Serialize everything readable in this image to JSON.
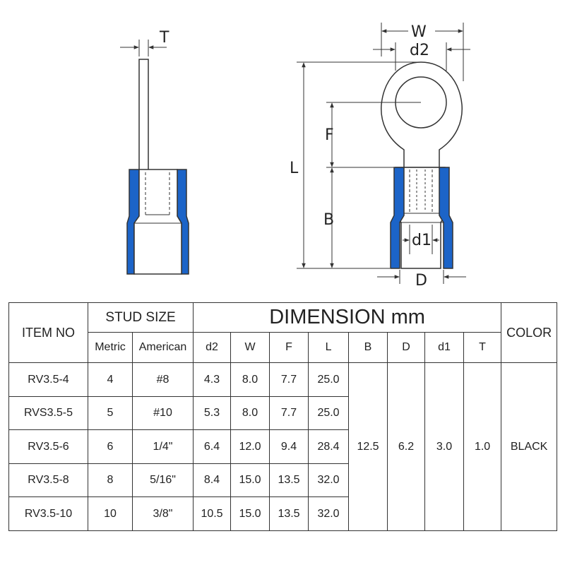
{
  "diagram": {
    "side_view_labels": {
      "thickness": "T"
    },
    "front_view_labels": {
      "width": "W",
      "hole_diameter": "d2",
      "length": "L",
      "ring_to_sleeve": "F",
      "barrel_length": "B",
      "inner_diameter": "d1",
      "outer_diameter": "D"
    },
    "colors": {
      "insulation": "#1c64c8",
      "line": "#333333",
      "metal": "#ffffff"
    }
  },
  "table": {
    "headers": {
      "item_no": "ITEM NO",
      "stud_size": "STUD SIZE",
      "dimension": "DIMENSION mm",
      "color": "COLOR",
      "metric": "Metric",
      "american": "American",
      "d2": "d2",
      "w": "W",
      "f": "F",
      "l": "L",
      "b": "B",
      "d": "D",
      "d1": "d1",
      "t": "T"
    },
    "rows": [
      {
        "item": "RV3.5-4",
        "metric": "4",
        "american": "#8",
        "d2": "4.3",
        "w": "8.0",
        "f": "7.7",
        "l": "25.0"
      },
      {
        "item": "RVS3.5-5",
        "metric": "5",
        "american": "#10",
        "d2": "5.3",
        "w": "8.0",
        "f": "7.7",
        "l": "25.0"
      },
      {
        "item": "RV3.5-6",
        "metric": "6",
        "american": "1/4\"",
        "d2": "6.4",
        "w": "12.0",
        "f": "9.4",
        "l": "28.4"
      },
      {
        "item": "RV3.5-8",
        "metric": "8",
        "american": "5/16\"",
        "d2": "8.4",
        "w": "15.0",
        "f": "13.5",
        "l": "32.0"
      },
      {
        "item": "RV3.5-10",
        "metric": "10",
        "american": "3/8\"",
        "d2": "10.5",
        "w": "15.0",
        "f": "13.5",
        "l": "32.0"
      }
    ],
    "shared": {
      "b": "12.5",
      "d": "6.2",
      "d1": "3.0",
      "t": "1.0",
      "color": "BLACK"
    }
  }
}
